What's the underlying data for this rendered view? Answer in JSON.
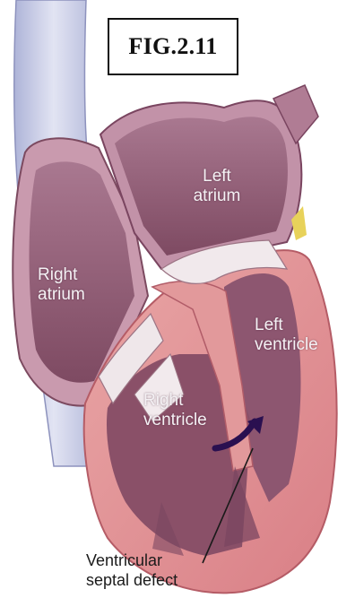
{
  "figure": {
    "label": "FIG.2.11"
  },
  "labels": {
    "left_atrium": "Left\natrium",
    "right_atrium": "Right\natrium",
    "left_ventricle": "Left\nventricle",
    "right_ventricle": "Right\nventricle",
    "defect": "Ventricular\nseptal defect"
  },
  "colors": {
    "vessel": "#c9cde6",
    "chamber_wall": "#b98a9c",
    "chamber_dark": "#6d3b52",
    "muscle": "#e79a9a",
    "valve": "#efe6ea",
    "shunt_arrow": "#2a1050"
  }
}
